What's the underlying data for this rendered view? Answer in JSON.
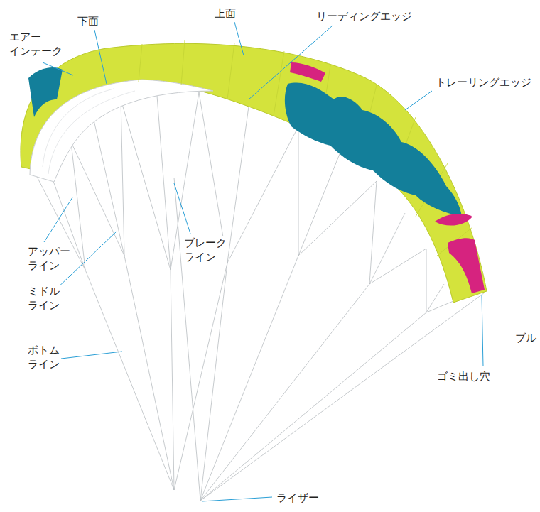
{
  "diagram": {
    "labels": [
      "エアー インテーク",
      "下面",
      "上面",
      "リーディングエッジ",
      "トレーリングエッジ",
      "アッパー ライン",
      "ブレーク ライン",
      "ミドル ライン",
      "ボトム ライン",
      "ブル",
      "ゴミ出し穴",
      "ライザー"
    ]
  }
}
